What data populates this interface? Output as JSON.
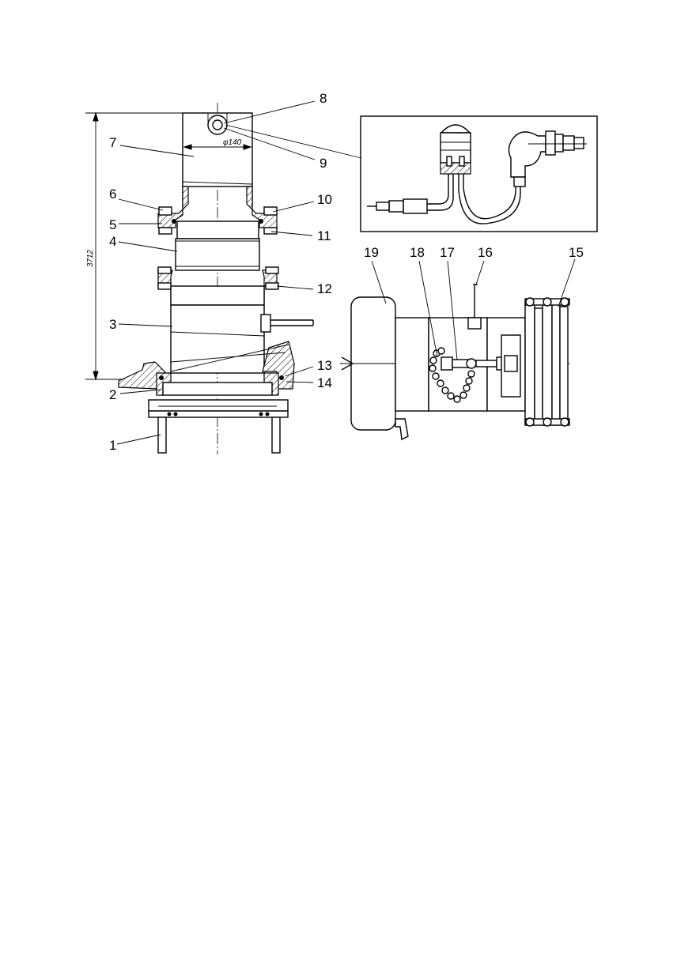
{
  "callouts": {
    "c1": "1",
    "c2": "2",
    "c3": "3",
    "c4": "4",
    "c5": "5",
    "c6": "6",
    "c7": "7",
    "c8": "8",
    "c9": "9",
    "c10": "10",
    "c11": "11",
    "c12": "12",
    "c13": "13",
    "c14": "14",
    "c15": "15",
    "c16": "16",
    "c17": "17",
    "c18": "18",
    "c19": "19"
  },
  "dimensions": {
    "height": "3712",
    "diameter": "φ140"
  }
}
